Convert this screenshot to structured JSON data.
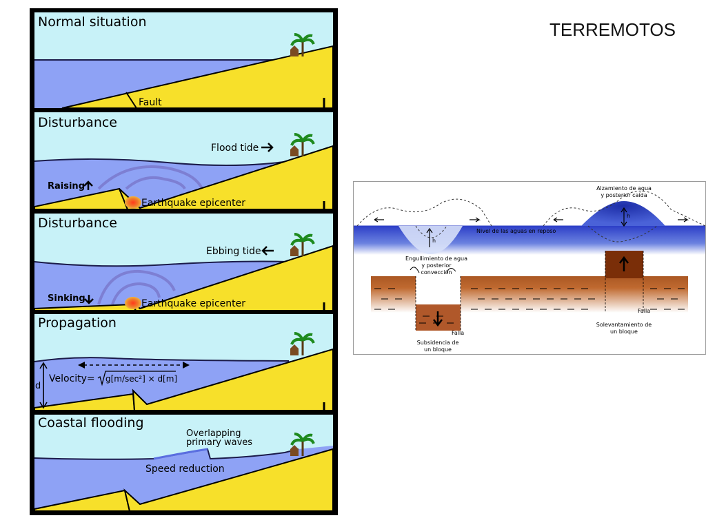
{
  "slide": {
    "title": "TERREMOTOS"
  },
  "tsunami_panels": [
    {
      "heading": "Normal situation",
      "labels": {
        "fault": "Fault"
      }
    },
    {
      "heading": "Disturbance",
      "labels": {
        "tide": "Flood tide",
        "motion": "Raising",
        "epicenter": "Earthquake epicenter"
      }
    },
    {
      "heading": "Disturbance",
      "labels": {
        "tide": "Ebbing tide",
        "motion": "Sinking",
        "epicenter": "Earthquake epicenter"
      }
    },
    {
      "heading": "Propagation",
      "labels": {
        "velocity_prefix": "Velocity=",
        "velocity_formula": "g[m/sec²] × d[m]",
        "depth": "d"
      }
    },
    {
      "heading": "Coastal flooding",
      "labels": {
        "waves_line1": "Overlapping",
        "waves_line2": "primary waves",
        "speed": "Speed reduction"
      }
    }
  ],
  "block_diagram": {
    "uplift_line1": "Alzamiento de agua",
    "uplift_line2": "y posterior caída",
    "rest_level": "Nivel de las aguas en reposo",
    "engulf_line1": "Engullimiento de agua",
    "engulf_line2": "y posterior",
    "engulf_line3": "convección",
    "fault_left": "Falla",
    "fault_right": "Falla",
    "subsidence_line1": "Subsidencia de",
    "subsidence_line2": "un bloque",
    "uplift_block_line1": "Solevantamiento de",
    "uplift_block_line2": "un bloque",
    "h_left": "h",
    "h_right": "h"
  },
  "colors": {
    "sky": "#c8f2f8",
    "sea": "#8ea2f5",
    "land": "#f7e02a",
    "frame": "#000000",
    "deep_blue": "#2d3fc7",
    "earth": "#8a3a10"
  }
}
